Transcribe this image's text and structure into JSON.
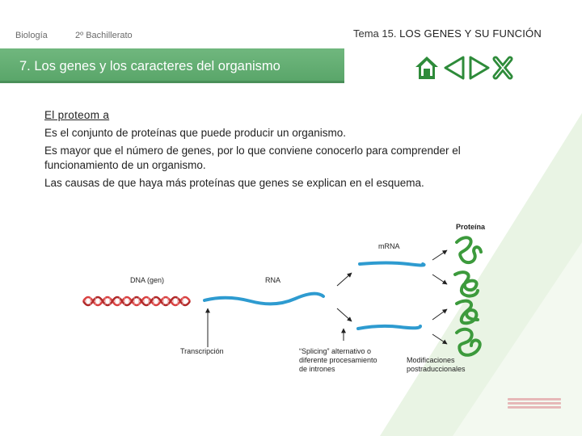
{
  "header": {
    "subject": "Biología",
    "course": "2º Bachillerato",
    "topic_prefix": "Tema 15.",
    "topic_title": "LOS GENES Y SU FUNCIÓN"
  },
  "section": {
    "title": "7.  Los genes y los caracteres del organismo"
  },
  "nav": {
    "icons": [
      "home-icon",
      "prev-triangle-icon",
      "next-triangle-icon",
      "close-x-icon"
    ]
  },
  "content": {
    "heading": "El  proteom a",
    "paragraphs": [
      "Es el conjunto de proteínas que puede producir un organismo.",
      "Es mayor que el número de genes, por lo que conviene conocerlo para comprender el funcionamiento de un organismo.",
      "Las causas de que haya más proteínas que genes se explican en el esquema."
    ]
  },
  "diagram": {
    "label_dna": "DNA (gen)",
    "label_rna": "RNA",
    "label_mrna": "mRNA",
    "label_protein": "Proteína",
    "label_transcription": "Transcripción",
    "splicing_line1": "“Splicing” alternativo o",
    "splicing_line2": "diferente procesamiento",
    "splicing_line3": "de intrones",
    "modifications_line1": "Modificaciones",
    "modifications_line2": "postraduccionales"
  },
  "colors": {
    "section_green": "#5aa66a",
    "nav_green": "#2e8b3a",
    "wedge_green": "#e8f4e3",
    "strand_blue": "#2e9bd0",
    "dna_red": "#d94040",
    "protein_green": "#3c9a3c"
  }
}
